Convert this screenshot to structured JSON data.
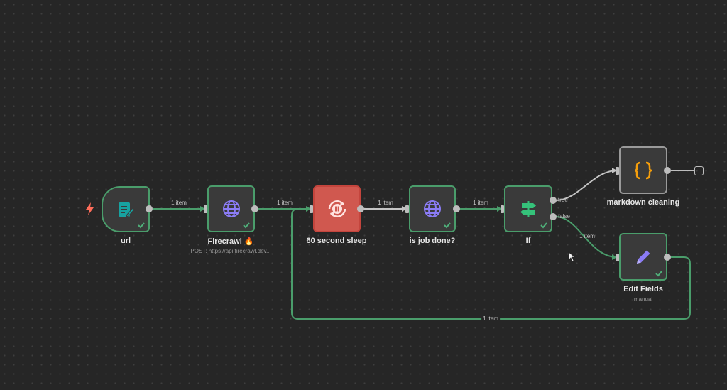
{
  "nodes": {
    "url": {
      "title": "url",
      "icon": "form-trigger-icon",
      "status": "success"
    },
    "firecrawl": {
      "title": "Firecrawl 🔥",
      "subtitle": "POST: https://api.firecrawl.dev...",
      "icon": "globe-icon",
      "status": "success"
    },
    "sleep": {
      "title": "60 second sleep",
      "icon": "wait-icon",
      "status": "paused"
    },
    "job_done": {
      "title": "is job done?",
      "icon": "globe-icon",
      "status": "success"
    },
    "if": {
      "title": "If",
      "icon": "signpost-icon",
      "status": "success",
      "branch_true": "true",
      "branch_false": "false"
    },
    "markdown": {
      "title": "markdown cleaning",
      "icon": "code-braces-icon",
      "status": "not-run"
    },
    "edit_fields": {
      "title": "Edit Fields",
      "subtitle": "manual",
      "icon": "pencil-icon",
      "status": "success"
    }
  },
  "connections": {
    "url_firecrawl": "1 item",
    "firecrawl_sleep": "1 item",
    "sleep_jobdone": "1 item",
    "jobdone_if": "1 item",
    "if_false_edit": "1 item",
    "loop_edit_sleep": "1 item"
  },
  "colors": {
    "canvas": "#262626",
    "success": "#4a9d6b",
    "paused": "#d0584f",
    "node_bg": "#3a3a3a",
    "trigger_bolt": "#ff6d5a",
    "form_icon": "#17a2a0",
    "globe_icon": "#8b7cf6",
    "signpost_icon": "#35c27a",
    "braces_icon": "#f59e0b",
    "pencil_icon": "#8b7cf6"
  }
}
